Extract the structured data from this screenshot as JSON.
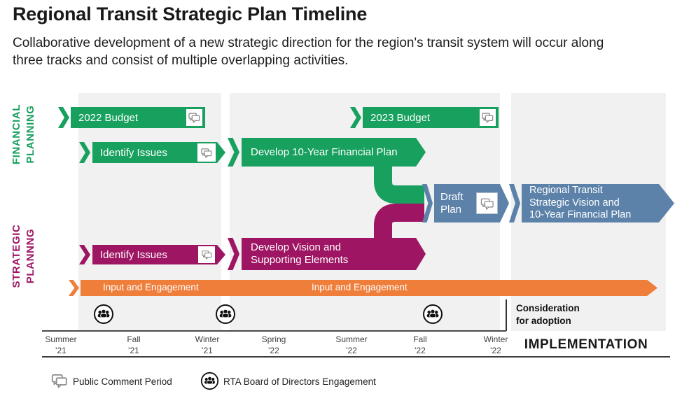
{
  "header": {
    "title": "Regional Transit Strategic Plan Timeline",
    "subtitle": "Collaborative development of a new strategic direction for the region's transit system will occur along three tracks and consist of multiple overlapping activities."
  },
  "tracks": {
    "financial": {
      "line1": "FINANCIAL",
      "line2": "PLANNING",
      "color": "#17A05E"
    },
    "strategic": {
      "line1": "STRATEGIC",
      "line2": "PLANNNG",
      "color": "#9E1563"
    }
  },
  "bars": {
    "budget2022": {
      "label": "2022 Budget",
      "has_comment": true
    },
    "budget2023": {
      "label": "2023 Budget",
      "has_comment": true
    },
    "identify_financial": {
      "label": "Identify Issues",
      "has_comment": true
    },
    "develop_plan": {
      "label": "Develop 10-Year Financial Plan"
    },
    "draft_plan": {
      "line1": "Draft",
      "line2": "Plan",
      "has_comment": true
    },
    "vision_arrow": {
      "line1": "Regional Transit",
      "line2": "Strategic Vision and",
      "line3": "10-Year Financial Plan"
    },
    "identify_strategic": {
      "label": "Identify Issues",
      "has_comment": true
    },
    "develop_vision": {
      "line1": "Develop Vision and",
      "line2": "Supporting Elements"
    },
    "engagement_first": {
      "label": "Input and Engagement"
    },
    "engagement_second": {
      "label": "Input and Engagement"
    }
  },
  "annotations": {
    "consideration_line1": "Consideration",
    "consideration_line2": "for adoption",
    "implementation": "IMPLEMENTATION"
  },
  "axis": {
    "quarters": [
      {
        "season": "Summer",
        "year": "'21"
      },
      {
        "season": "Fall",
        "year": "'21"
      },
      {
        "season": "Winter",
        "year": "'21"
      },
      {
        "season": "Spring",
        "year": "'22"
      },
      {
        "season": "Summer",
        "year": "'22"
      },
      {
        "season": "Fall",
        "year": "'22"
      },
      {
        "season": "Winter",
        "year": "'22"
      }
    ]
  },
  "legend": {
    "comment": {
      "icon": "speech-bubble-icon",
      "label": "Public Comment Period"
    },
    "board": {
      "icon": "people-icon",
      "label": "RTA Board of Directors Engagement"
    }
  },
  "colors": {
    "green": "#17A05E",
    "magenta": "#9E1563",
    "orange": "#EF7E3B",
    "blue": "#5C82AA",
    "panel": "#F1F1F1",
    "ink": "#1a1a1a"
  }
}
